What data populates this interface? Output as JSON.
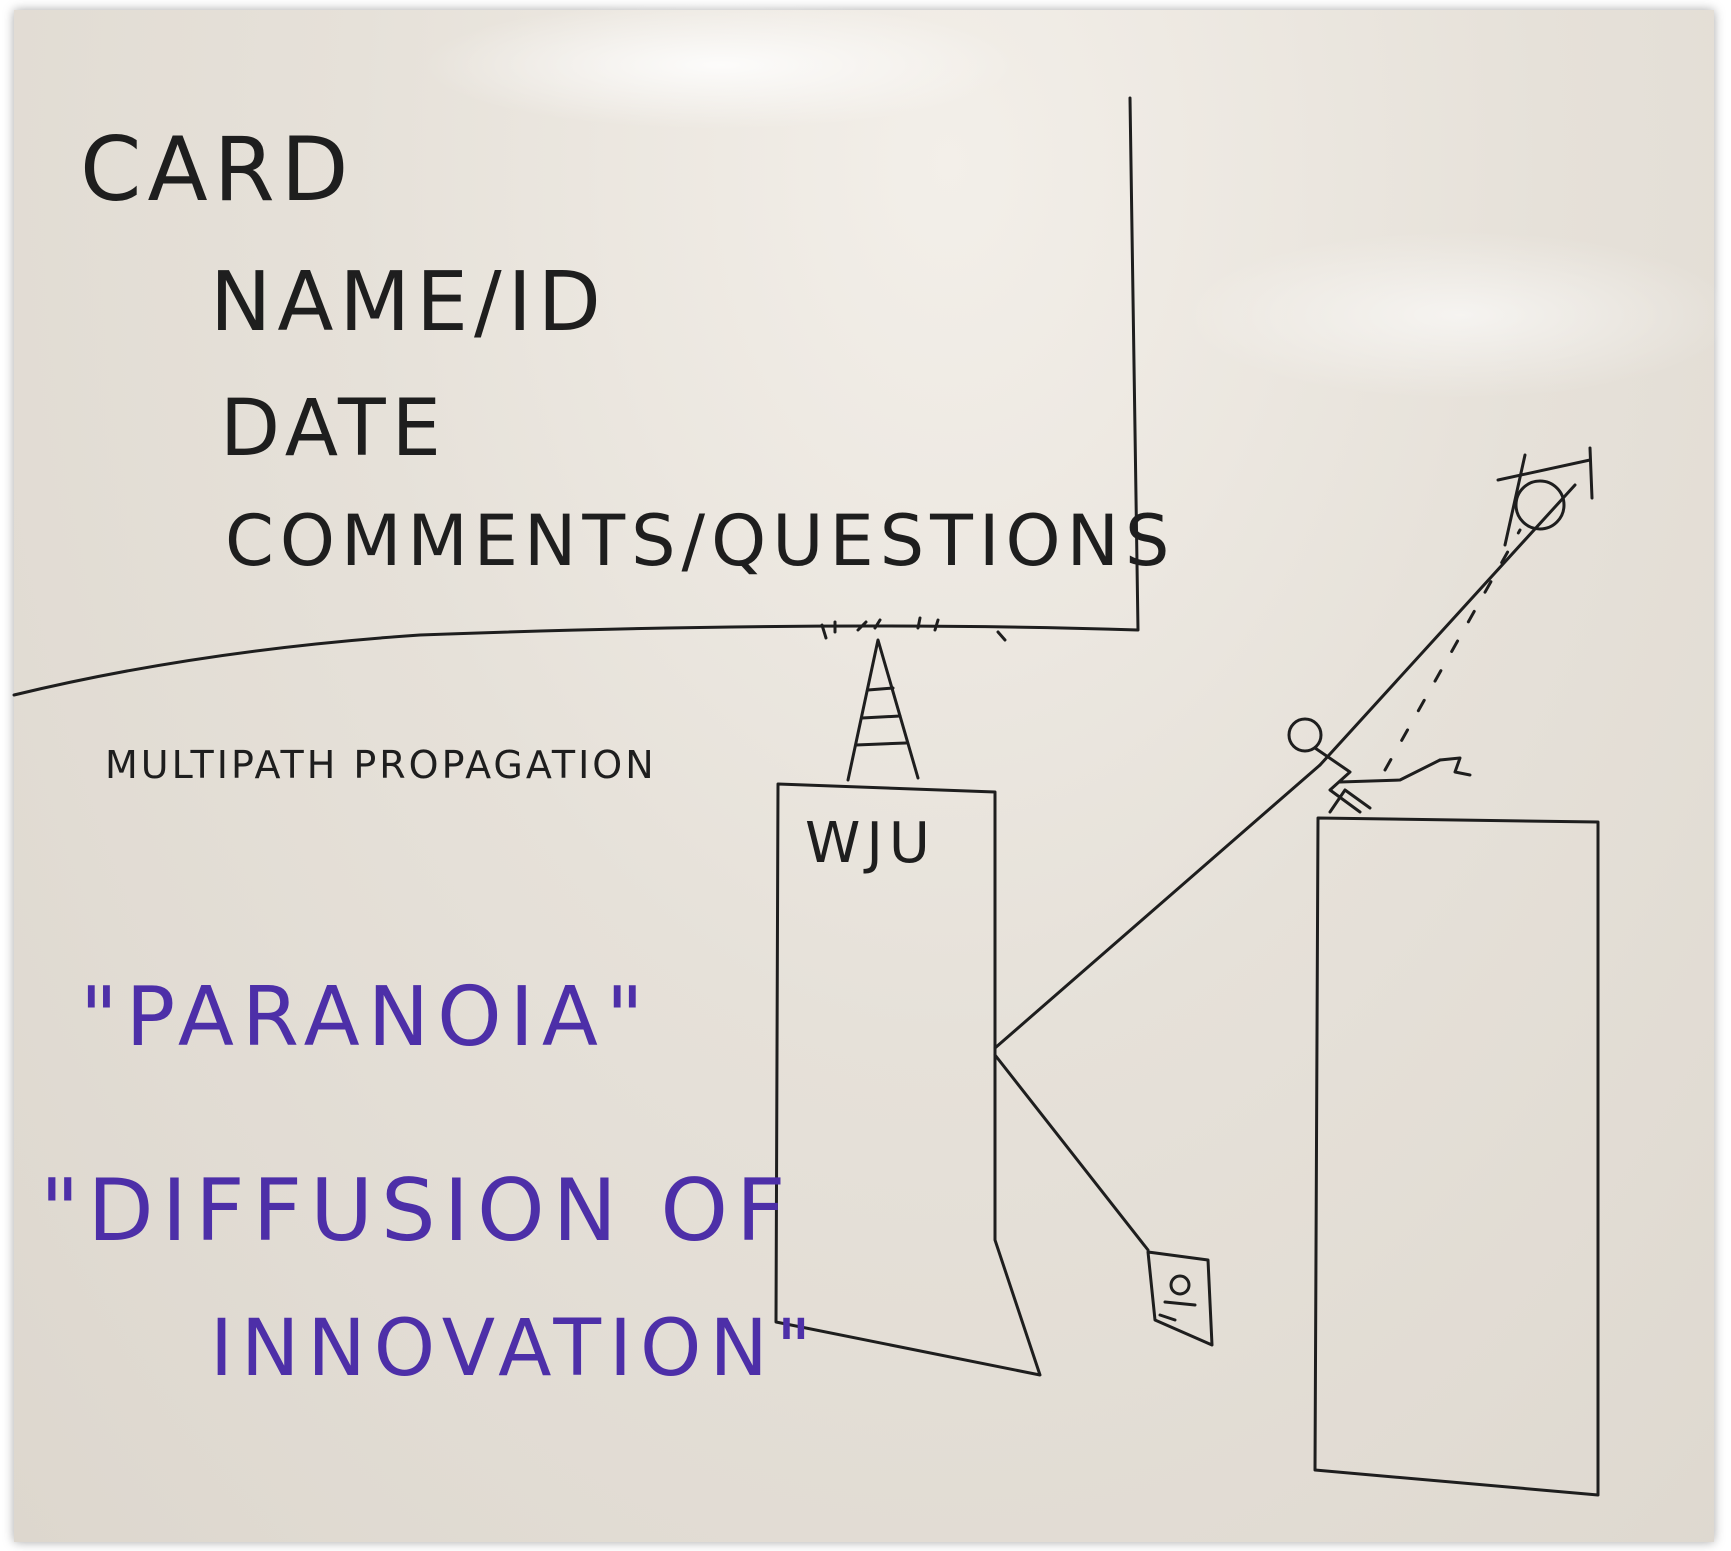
{
  "board": {
    "card_box": {
      "lines": [
        "CARD",
        "NAME/ID",
        "DATE",
        "COMMENTS/QUESTIONS"
      ]
    },
    "diagram": {
      "heading": "MULTIPATH PROPAGATION",
      "tower_building_label": "WJU"
    },
    "quotes": {
      "line1": "\"PARANOIA\"",
      "line2": "\"DIFFUSION OF",
      "line3": "INNOVATION\""
    }
  },
  "colors": {
    "black_marker": "#1e1e1e",
    "purple_marker": "#4d2fa8",
    "whiteboard": "#e6e1d9"
  }
}
